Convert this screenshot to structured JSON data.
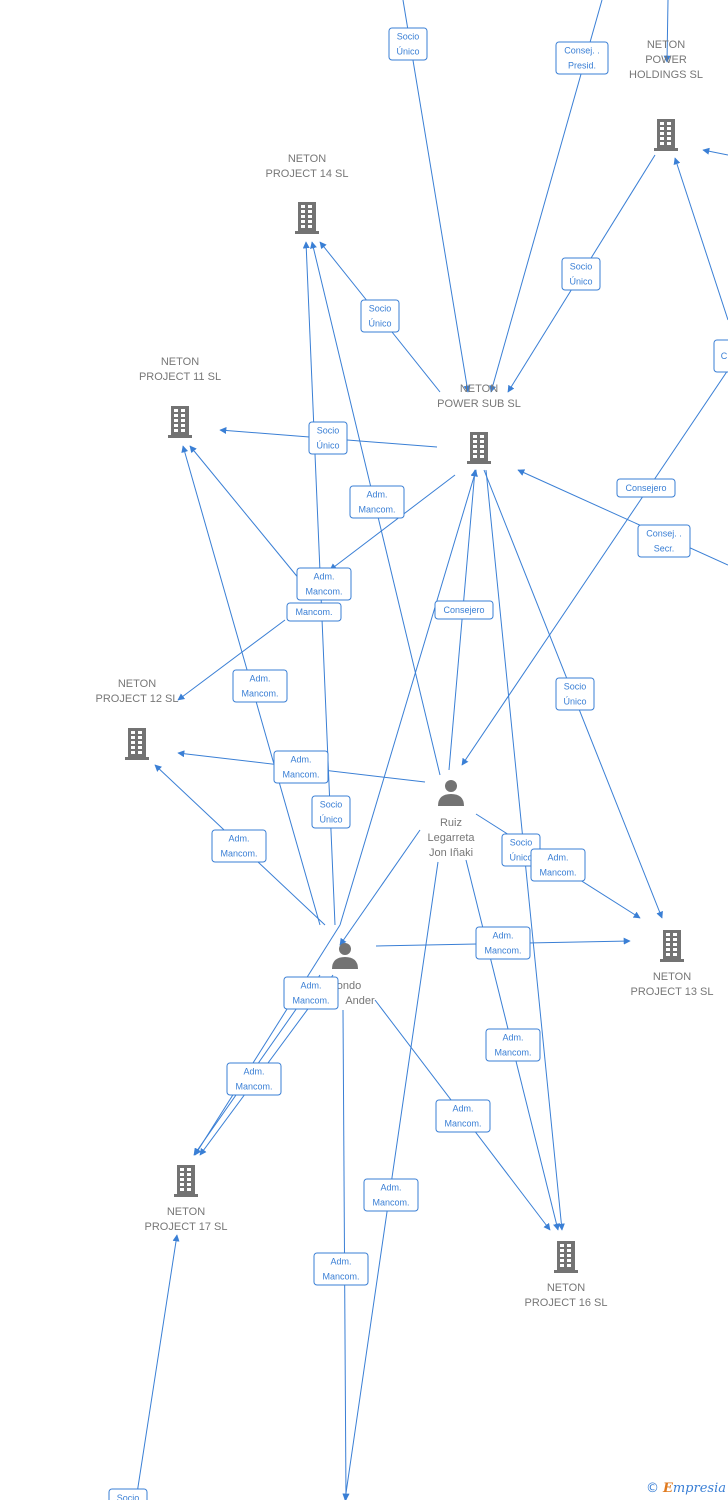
{
  "colors": {
    "edge": "#3a7fd5",
    "node": "#737373",
    "label": "#777777",
    "brand_accent": "#e07a1f"
  },
  "companies": [
    {
      "id": "c_holdings",
      "lines": [
        "NETON",
        "POWER",
        "HOLDINGS  SL"
      ]
    },
    {
      "id": "c_p14",
      "lines": [
        "NETON",
        "PROJECT 14  SL"
      ]
    },
    {
      "id": "c_p11",
      "lines": [
        "NETON",
        "PROJECT 11  SL"
      ]
    },
    {
      "id": "c_powersub",
      "lines": [
        "NETON",
        "POWER SUB  SL"
      ]
    },
    {
      "id": "c_p12",
      "lines": [
        "NETON",
        "PROJECT 12  SL"
      ]
    },
    {
      "id": "c_p13",
      "lines": [
        "NETON",
        "PROJECT 13  SL"
      ]
    },
    {
      "id": "c_p17",
      "lines": [
        "NETON",
        "PROJECT 17  SL"
      ]
    },
    {
      "id": "c_p16",
      "lines": [
        "NETON",
        "PROJECT 16  SL"
      ]
    }
  ],
  "persons": [
    {
      "id": "p_ruiz",
      "lines": [
        "Ruiz",
        "Legarreta",
        "Jon Iñaki"
      ]
    },
    {
      "id": "p_ondo",
      "lines": [
        "ondo",
        "Ander"
      ]
    }
  ],
  "relations": [
    {
      "id": "r1",
      "lines": [
        "Socio",
        "Único"
      ]
    },
    {
      "id": "r2",
      "lines": [
        "Consej. .",
        "Presid."
      ]
    },
    {
      "id": "r3",
      "lines": [
        "Socio",
        "Único"
      ]
    },
    {
      "id": "r4",
      "lines": [
        "Socio",
        "Único"
      ]
    },
    {
      "id": "r5",
      "lines": [
        "Socio",
        "Único"
      ]
    },
    {
      "id": "r6",
      "lines": [
        "Adm.",
        "Mancom."
      ]
    },
    {
      "id": "r7",
      "lines": [
        "Consejero"
      ]
    },
    {
      "id": "r8",
      "lines": [
        "Consej. .",
        "Secr."
      ]
    },
    {
      "id": "r9",
      "lines": [
        "Adm.",
        "Mancom."
      ]
    },
    {
      "id": "r10",
      "lines": [
        "Mancom."
      ]
    },
    {
      "id": "r11",
      "lines": [
        "Consejero"
      ]
    },
    {
      "id": "r12",
      "lines": [
        "Adm.",
        "Mancom."
      ]
    },
    {
      "id": "r13",
      "lines": [
        "Socio",
        "Único"
      ]
    },
    {
      "id": "r14",
      "lines": [
        "Adm.",
        "Mancom."
      ]
    },
    {
      "id": "r15",
      "lines": [
        "Socio",
        "Único"
      ]
    },
    {
      "id": "r16",
      "lines": [
        "Adm.",
        "Mancom."
      ]
    },
    {
      "id": "r17",
      "lines": [
        "Socio",
        "Único"
      ]
    },
    {
      "id": "r18",
      "lines": [
        "Adm.",
        "Mancom."
      ]
    },
    {
      "id": "r19",
      "lines": [
        "Adm.",
        "Mancom."
      ]
    },
    {
      "id": "r20",
      "lines": [
        "Adm.",
        "Mancom."
      ]
    },
    {
      "id": "r21",
      "lines": [
        "Adm.",
        "Mancom."
      ]
    },
    {
      "id": "r22",
      "lines": [
        "Adm.",
        "Mancom."
      ]
    },
    {
      "id": "r23",
      "lines": [
        "Adm.",
        "Mancom."
      ]
    },
    {
      "id": "r24",
      "lines": [
        "Adm.",
        "Mancom."
      ]
    },
    {
      "id": "r25",
      "lines": [
        "Adm.",
        "Mancom."
      ]
    },
    {
      "id": "r26",
      "lines": [
        "Socio"
      ]
    },
    {
      "id": "r27",
      "lines": [
        "C"
      ]
    }
  ],
  "footer": {
    "copyright": "©",
    "brand_first": "E",
    "brand_rest": "mpresia"
  }
}
